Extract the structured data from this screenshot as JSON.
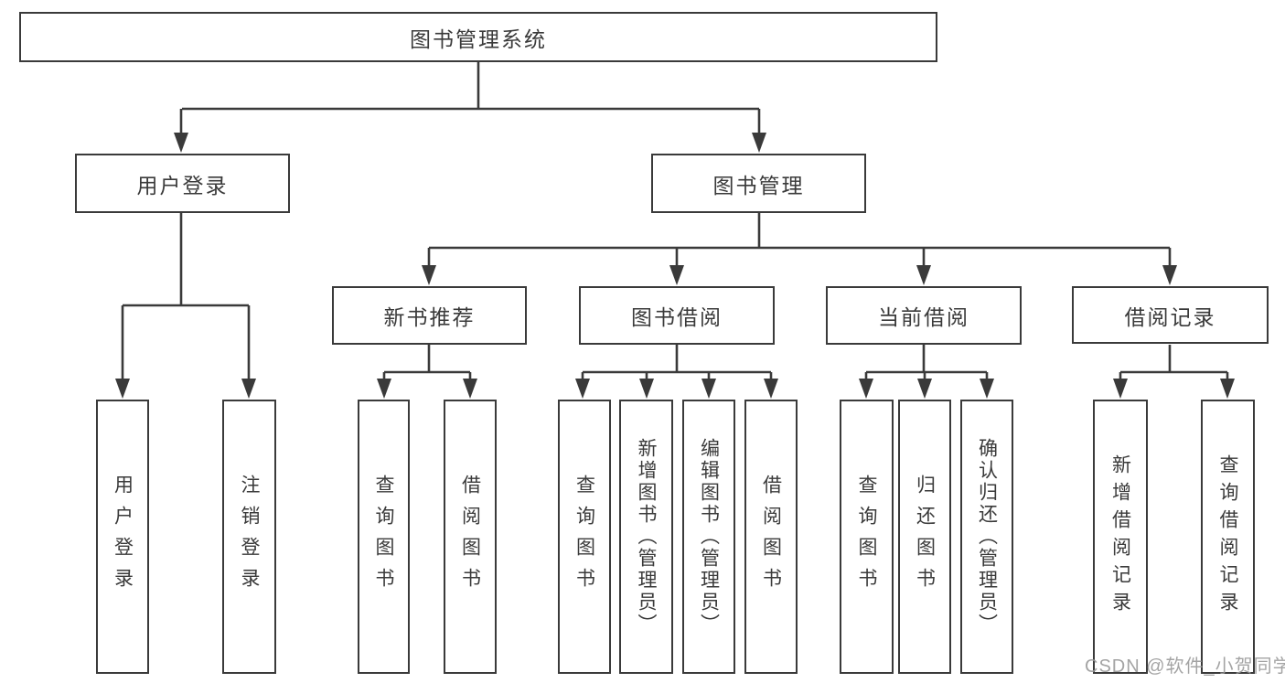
{
  "colors": {
    "line": "#3a3a3a",
    "text": "#3a3a3a",
    "box_background": "#ffffff",
    "watermark": "#9b9b9b"
  },
  "watermark": {
    "text": "CSDN @软件_小贺同学"
  },
  "tree": {
    "root": {
      "label": "图书管理系统",
      "children": [
        {
          "label": "用户登录",
          "children": [
            {
              "label": "用户登录"
            },
            {
              "label": "注销登录"
            }
          ]
        },
        {
          "label": "图书管理",
          "children": [
            {
              "label": "新书推荐",
              "children": [
                {
                  "label": "查询图书"
                },
                {
                  "label": "借阅图书"
                }
              ]
            },
            {
              "label": "图书借阅",
              "children": [
                {
                  "label": "查询图书"
                },
                {
                  "label": "新增图书（管理员）"
                },
                {
                  "label": "编辑图书（管理员）"
                },
                {
                  "label": "借阅图书"
                }
              ]
            },
            {
              "label": "当前借阅",
              "children": [
                {
                  "label": "查询图书"
                },
                {
                  "label": "归还图书"
                },
                {
                  "label": "确认归还（管理员）"
                }
              ]
            },
            {
              "label": "借阅记录",
              "children": [
                {
                  "label": "新增借阅记录"
                },
                {
                  "label": "查询借阅记录"
                }
              ]
            }
          ]
        }
      ]
    }
  }
}
